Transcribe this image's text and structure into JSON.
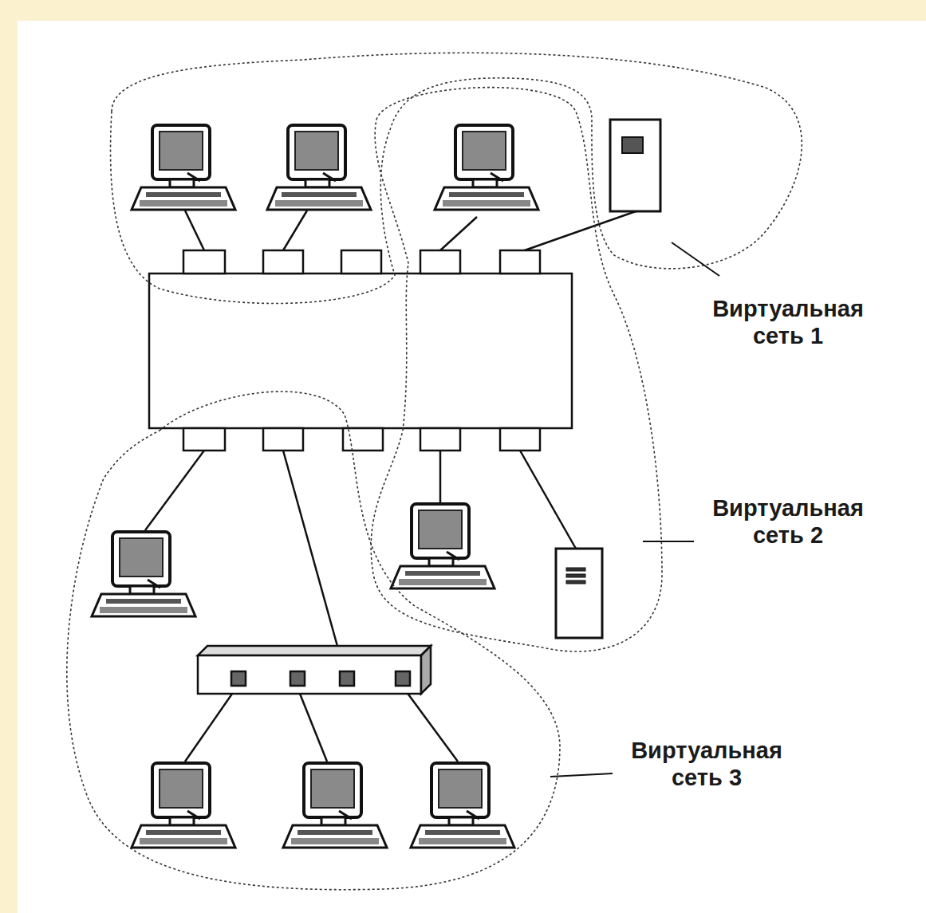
{
  "diagram": {
    "labels": [
      "Виртуальная сеть 1",
      "Виртуальная сеть 2",
      "Виртуальная сеть 3"
    ]
  }
}
